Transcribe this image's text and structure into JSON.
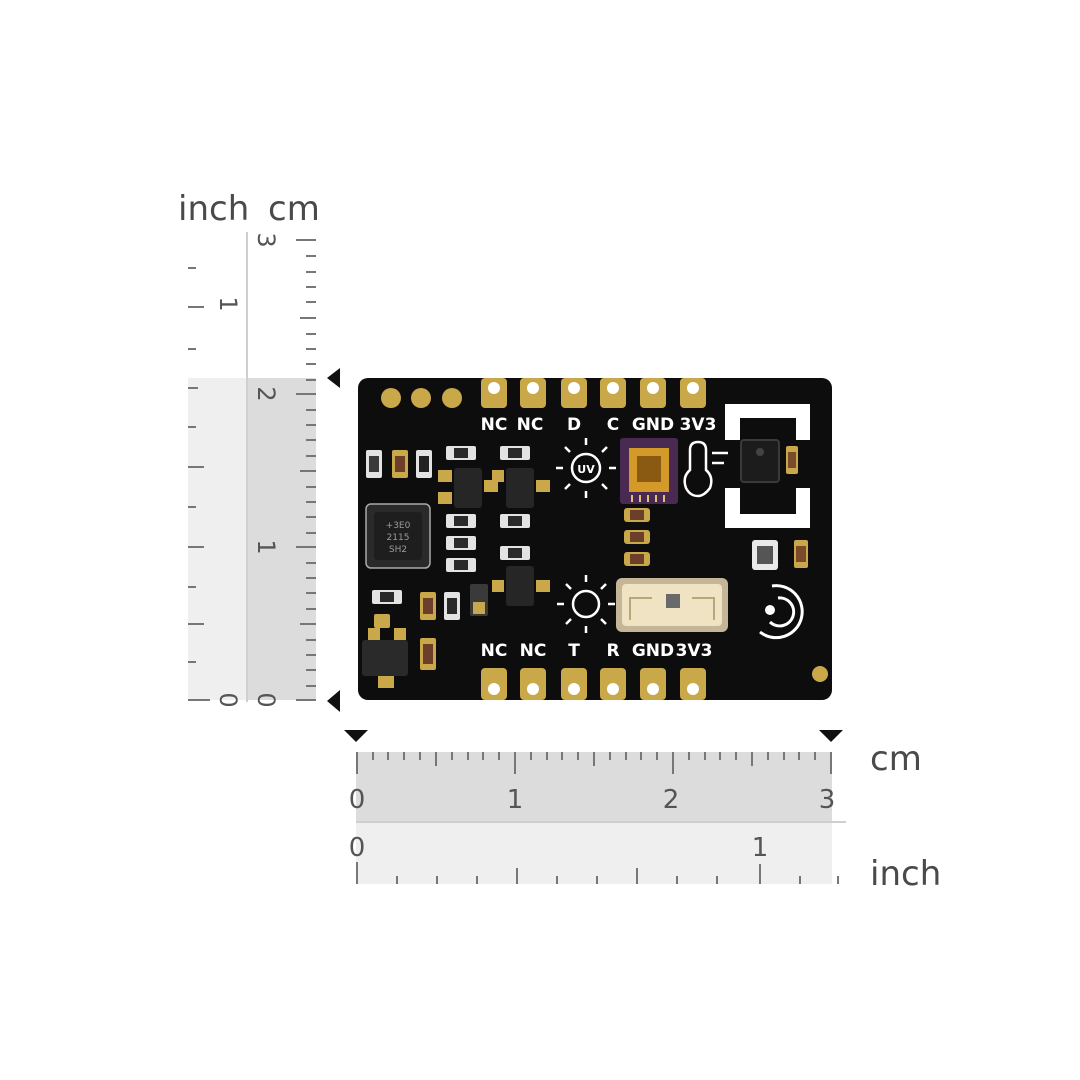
{
  "rulers": {
    "vertical": {
      "inch_label": "inch",
      "cm_label": "cm",
      "cm_ticks": [
        "3",
        "2",
        "1",
        "0"
      ],
      "inch_ticks": [
        "1",
        "0"
      ]
    },
    "horizontal": {
      "cm_label": "cm",
      "inch_label": "inch",
      "cm_ticks": [
        "0",
        "1",
        "2",
        "3"
      ],
      "inch_ticks": [
        "0",
        "1"
      ]
    }
  },
  "board": {
    "top_pins": [
      "NC",
      "NC",
      "D",
      "C",
      "GND",
      "3V3"
    ],
    "bottom_pins": [
      "NC",
      "NC",
      "T",
      "R",
      "GND",
      "3V3"
    ],
    "uv_icon_label": "UV",
    "chip_markings": [
      "+3E0",
      "2115",
      "SH2"
    ]
  },
  "colors": {
    "pcb": "#0d0d0d",
    "gold": "#c9a84a",
    "silkscreen": "#ffffff",
    "ruler_fill": "#e6e6e6",
    "ruler_text": "#555555"
  }
}
